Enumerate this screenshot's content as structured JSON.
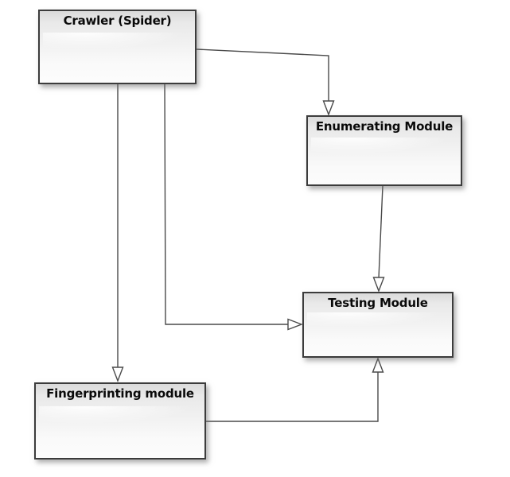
{
  "diagram": {
    "background_color": "#ffffff",
    "node_border_color": "#3c3c3c",
    "connector_color": "#4a4a4a",
    "label_color": "#0a0a0a",
    "arrowhead_style": "open-triangle",
    "nodes": [
      {
        "id": "crawler",
        "label": "Crawler (Spider)"
      },
      {
        "id": "enumerating-module",
        "label": "Enumerating Module"
      },
      {
        "id": "testing-module",
        "label": "Testing Module"
      },
      {
        "id": "fingerprinting-module",
        "label": "Fingerprinting module"
      }
    ],
    "edges": [
      {
        "from": "crawler",
        "to": "enumerating-module",
        "arrow": "open-triangle"
      },
      {
        "from": "crawler",
        "to": "fingerprinting-module",
        "arrow": "open-triangle"
      },
      {
        "from": "crawler",
        "to": "testing-module",
        "arrow": "open-triangle"
      },
      {
        "from": "enumerating-module",
        "to": "testing-module",
        "arrow": "open-triangle"
      },
      {
        "from": "fingerprinting-module",
        "to": "testing-module",
        "arrow": "open-triangle"
      }
    ]
  }
}
